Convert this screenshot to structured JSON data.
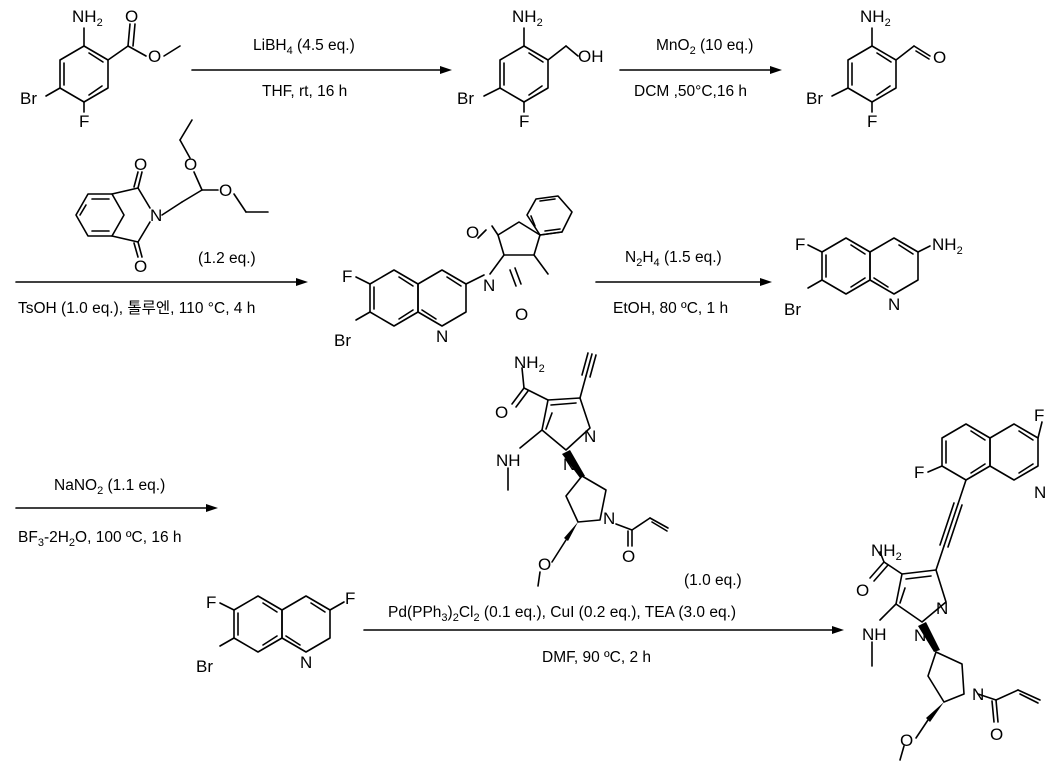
{
  "atoms": {
    "nh2": "NH2",
    "o": "O",
    "oh": "OH",
    "br": "Br",
    "f": "F",
    "n": "N",
    "nh": "NH"
  },
  "steps": [
    {
      "above": "LiBH4 (4.5 eq.)",
      "below": "THF, rt, 16 h"
    },
    {
      "above": "MnO2 (10 eq.)",
      "below": "DCM ,50°C,16 h"
    },
    {
      "above": "(1.2 eq.)",
      "below": "TsOH (1.0 eq.), 톨루엔, 110 °C, 4 h"
    },
    {
      "above": "N2H4 (1.5 eq.)",
      "below": "EtOH, 80 ºC, 1 h"
    },
    {
      "above": "NaNO2 (1.1 eq.)",
      "below": "BF3-2H2O, 100 ºC, 16 h"
    },
    {
      "amount": "(1.0 eq.)",
      "above": "Pd(PPh3)2Cl2 (0.1 eq.), CuI (0.2 eq.), TEA (3.0 eq.)",
      "below": "DMF, 90 ºC, 2 h"
    }
  ]
}
